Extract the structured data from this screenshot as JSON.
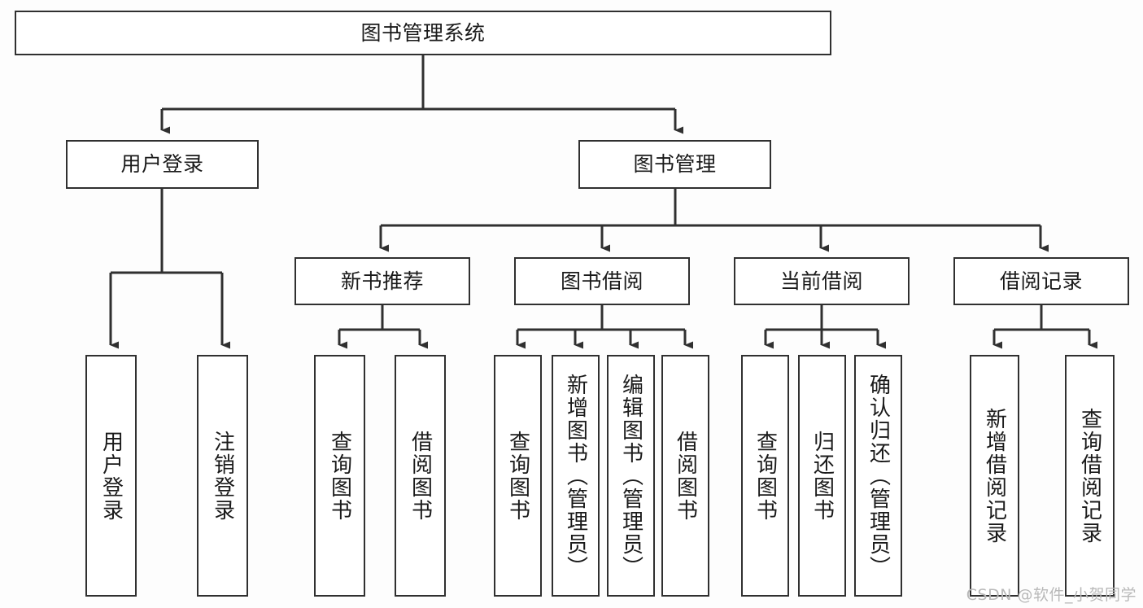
{
  "diagram": {
    "type": "tree-hierarchy-chart",
    "title_text": "图书管理系统",
    "colors": {
      "box_border": "#303030",
      "box_fill": "#ffffff",
      "edge": "#303030",
      "text": "#1a1a1a",
      "background": "#fdfdfd",
      "watermark": "#b9b9b9"
    },
    "root": {
      "label": "图书管理系统"
    },
    "level2": [
      {
        "label": "用户登录"
      },
      {
        "label": "图书管理"
      }
    ],
    "level3": [
      {
        "label": "新书推荐"
      },
      {
        "label": "图书借阅"
      },
      {
        "label": "当前借阅"
      },
      {
        "label": "借阅记录"
      }
    ],
    "leaves": {
      "user_login": [
        {
          "label": "用户登录"
        },
        {
          "label": "注销登录"
        }
      ],
      "new_book_recommend": [
        {
          "label": "查询图书"
        },
        {
          "label": "借阅图书"
        }
      ],
      "book_borrow": [
        {
          "label": "查询图书"
        },
        {
          "label": "新增图书（管理员）"
        },
        {
          "label": "编辑图书（管理员）"
        },
        {
          "label": "借阅图书"
        }
      ],
      "current_borrow": [
        {
          "label": "查询图书"
        },
        {
          "label": "归还图书"
        },
        {
          "label": "确认归还（管理员）"
        }
      ],
      "borrow_records": [
        {
          "label": "新增借阅记录"
        },
        {
          "label": "查询借阅记录"
        }
      ]
    },
    "watermark": "CSDN @软件_小贺同学"
  }
}
